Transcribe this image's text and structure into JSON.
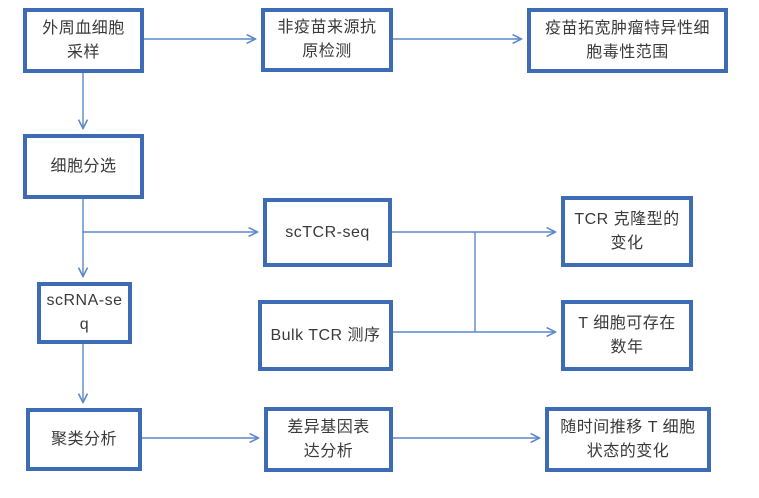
{
  "diagram": {
    "type": "flowchart",
    "background_color": "#ffffff",
    "box_border_color": "#3d6cb5",
    "arrow_color": "#5b87cb",
    "text_color": "#3a3a3a",
    "nodes": [
      {
        "id": "peripheral-blood-cell-sampling",
        "lines": [
          "外周血细胞",
          "采样"
        ]
      },
      {
        "id": "non-vaccine-derived-antigen-detection",
        "lines": [
          "非疫苗来源抗",
          "原检测"
        ]
      },
      {
        "id": "vaccine-broadens-tumor-specific-cytotoxicity-range",
        "lines": [
          "疫苗拓宽肿瘤特异性细",
          "胞毒性范围"
        ]
      },
      {
        "id": "cell-sorting",
        "lines": [
          "细胞分选"
        ]
      },
      {
        "id": "sctcr-seq",
        "lines": [
          "scTCR-seq"
        ]
      },
      {
        "id": "tcr-clonotype-changes",
        "lines": [
          "TCR 克隆型的",
          "变化"
        ]
      },
      {
        "id": "scrna-seq",
        "lines": [
          "scRNA-se",
          "q"
        ]
      },
      {
        "id": "bulk-tcr-sequencing",
        "lines": [
          "Bulk TCR 测序"
        ]
      },
      {
        "id": "t-cells-can-persist-for-years",
        "lines": [
          "T 细胞可存在",
          "数年"
        ]
      },
      {
        "id": "cluster-analysis",
        "lines": [
          "聚类分析"
        ]
      },
      {
        "id": "differential-gene-expression-analysis",
        "lines": [
          "差异基因表",
          "达分析"
        ]
      },
      {
        "id": "t-cell-state-changes-over-time",
        "lines": [
          "随时间推移 T 细胞",
          "状态的变化"
        ]
      }
    ],
    "edges": [
      {
        "from": "peripheral-blood-cell-sampling",
        "to": "non-vaccine-derived-antigen-detection"
      },
      {
        "from": "non-vaccine-derived-antigen-detection",
        "to": "vaccine-broadens-tumor-specific-cytotoxicity-range"
      },
      {
        "from": "peripheral-blood-cell-sampling",
        "to": "cell-sorting"
      },
      {
        "from": "cell-sorting",
        "to": "sctcr-seq"
      },
      {
        "from": "cell-sorting",
        "to": "scrna-seq"
      },
      {
        "from": "sctcr-seq",
        "to": "tcr-clonotype-changes"
      },
      {
        "from": "bulk-tcr-sequencing",
        "to": "t-cells-can-persist-for-years"
      },
      {
        "from": "sctcr-seq-line",
        "to": "bulk-tcr-line-junction"
      },
      {
        "from": "scrna-seq",
        "to": "cluster-analysis"
      },
      {
        "from": "cluster-analysis",
        "to": "differential-gene-expression-analysis"
      },
      {
        "from": "differential-gene-expression-analysis",
        "to": "t-cell-state-changes-over-time"
      }
    ]
  }
}
